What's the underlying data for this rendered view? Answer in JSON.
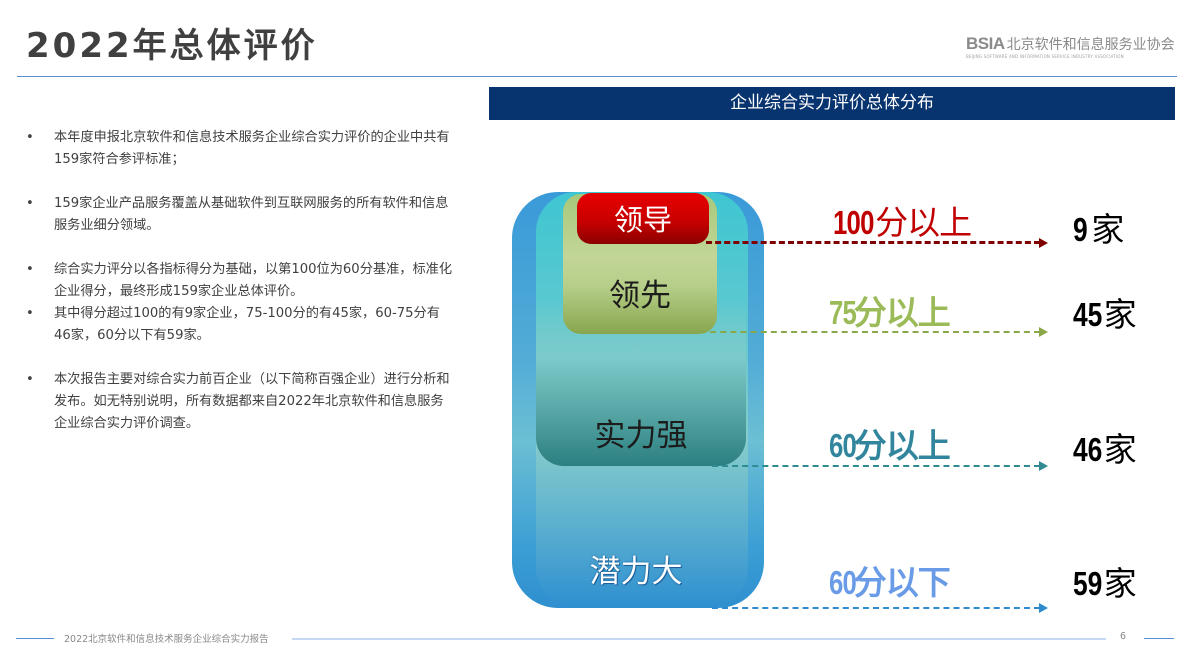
{
  "header": {
    "title": "2022年总体评价",
    "logo": {
      "abbr": "BSIA",
      "name_cn": "北京软件和信息服务业协会",
      "name_en": "BEIJING SOFTWARE AND INFORMATION SERVICE INDUSTRY ASSOCIATION"
    }
  },
  "bullets": [
    "本年度申报北京软件和信息技术服务企业综合实力评价的企业中共有159家符合参评标准；",
    "159家企业产品服务覆盖从基础软件到互联网服务的所有软件和信息服务业细分领域。",
    "综合实力评分以各指标得分为基础，以第100位为60分基准，标准化企业得分，最终形成159家企业总体评价。",
    "其中得分超过100的有9家企业，75-100分的有45家，60-75分有46家，60分以下有59家。",
    "本次报告主要对综合实力前百企业（以下简称百强企业）进行分析和发布。如无特别说明，所有数据都来自2022年北京软件和信息服务企业综合实力评价调查。"
  ],
  "bullet_marker": "•",
  "panel": {
    "title": "企业综合实力评价总体分布",
    "tiers": [
      {
        "name": "领导",
        "score_num": "100",
        "score_text": "分以上",
        "count_num": "9",
        "count_unit": "家",
        "color": "#c00000",
        "line_color": "#7f0000"
      },
      {
        "name": "领先",
        "score_num": "75",
        "score_text": "分以上",
        "count_num": "45",
        "count_unit": "家",
        "color": "#9bbb59",
        "line_color": "#7f9f3f"
      },
      {
        "name": "实力强",
        "score_num": "60",
        "score_text": "分以上",
        "count_num": "46",
        "count_unit": "家",
        "color": "#31859c",
        "line_color": "#31859c"
      },
      {
        "name": "潜力大",
        "score_num": "60",
        "score_text": "分以下",
        "count_num": "59",
        "count_unit": "家",
        "color": "#5b9bd5",
        "line_color": "#2e8bd0"
      }
    ]
  },
  "footer": {
    "report_title": "2022北京软件和信息技术服务企业综合实力报告",
    "page": "6"
  }
}
